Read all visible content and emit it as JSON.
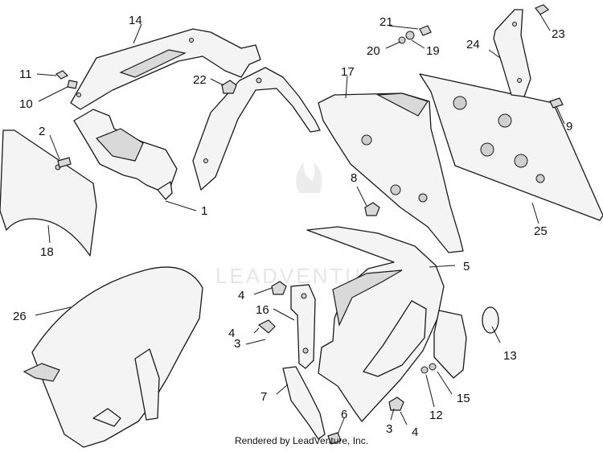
{
  "diagram": {
    "callouts": [
      "1",
      "2",
      "3",
      "3",
      "4",
      "4",
      "4",
      "5",
      "6",
      "7",
      "8",
      "9",
      "10",
      "11",
      "12",
      "13",
      "14",
      "15",
      "16",
      "17",
      "18",
      "19",
      "20",
      "21",
      "22",
      "23",
      "24",
      "25",
      "26"
    ],
    "watermark": "LEADVENTURE"
  },
  "footer": {
    "credit": "Rendered by LeadVenture, Inc."
  },
  "colors": {
    "line": "#1a1a1a",
    "fill": "#f4f4f4",
    "watermark": "#e6e6e6"
  }
}
